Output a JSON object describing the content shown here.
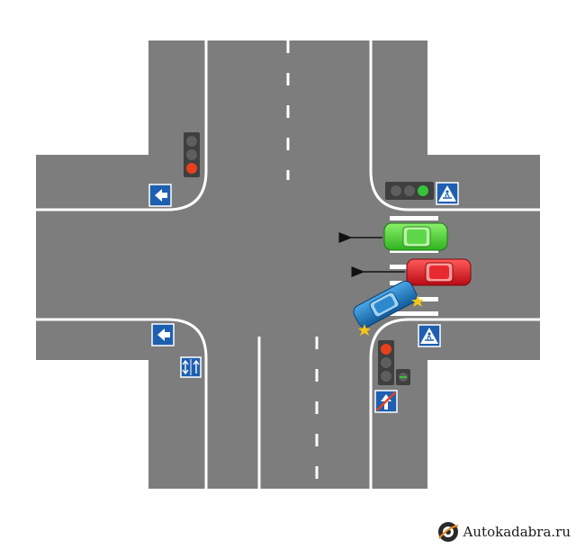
{
  "scene": {
    "description_type": "traffic-intersection-diagram",
    "colors": {
      "background": "#ffffff",
      "asphalt": "#7d7d7d",
      "curb": "#ffffff",
      "marking": "#ffffff",
      "sign_blue": "#1d5fb0",
      "signal_red": "#e8401c",
      "signal_green": "#36c23a",
      "signal_off": "#5e5e5e",
      "car_green": "#4fd43a",
      "car_red": "#e0141c",
      "car_blue": "#1f78c0",
      "arrow": "#111111",
      "crash_star": "#f5c518"
    },
    "traffic_lights": [
      {
        "name": "light-north-west",
        "lit": "red"
      },
      {
        "name": "light-north-east",
        "lit": "green"
      },
      {
        "name": "light-south-east",
        "lit": "red",
        "extra_section": "green-arrow"
      }
    ],
    "signs": [
      {
        "name": "sign-turn-left-west-top",
        "icon": "left-arrow"
      },
      {
        "name": "sign-crosswalk-east-top",
        "icon": "pedestrian-crossing"
      },
      {
        "name": "sign-turn-left-west-bottom",
        "icon": "left-arrow"
      },
      {
        "name": "sign-lane-direction",
        "icon": "lane-arrows"
      },
      {
        "name": "sign-crosswalk-east-bottom",
        "icon": "pedestrian-crossing"
      },
      {
        "name": "sign-end-one-way",
        "icon": "end-of-one-way"
      }
    ],
    "vehicles": [
      {
        "name": "green-car",
        "color": "car_green",
        "moving": true
      },
      {
        "name": "red-car",
        "color": "car_red",
        "moving": true
      },
      {
        "name": "blue-car",
        "color": "car_blue",
        "crash": true
      }
    ]
  },
  "watermark": {
    "text": "Autokadabra.ru",
    "icon": "tire-logo-icon"
  }
}
